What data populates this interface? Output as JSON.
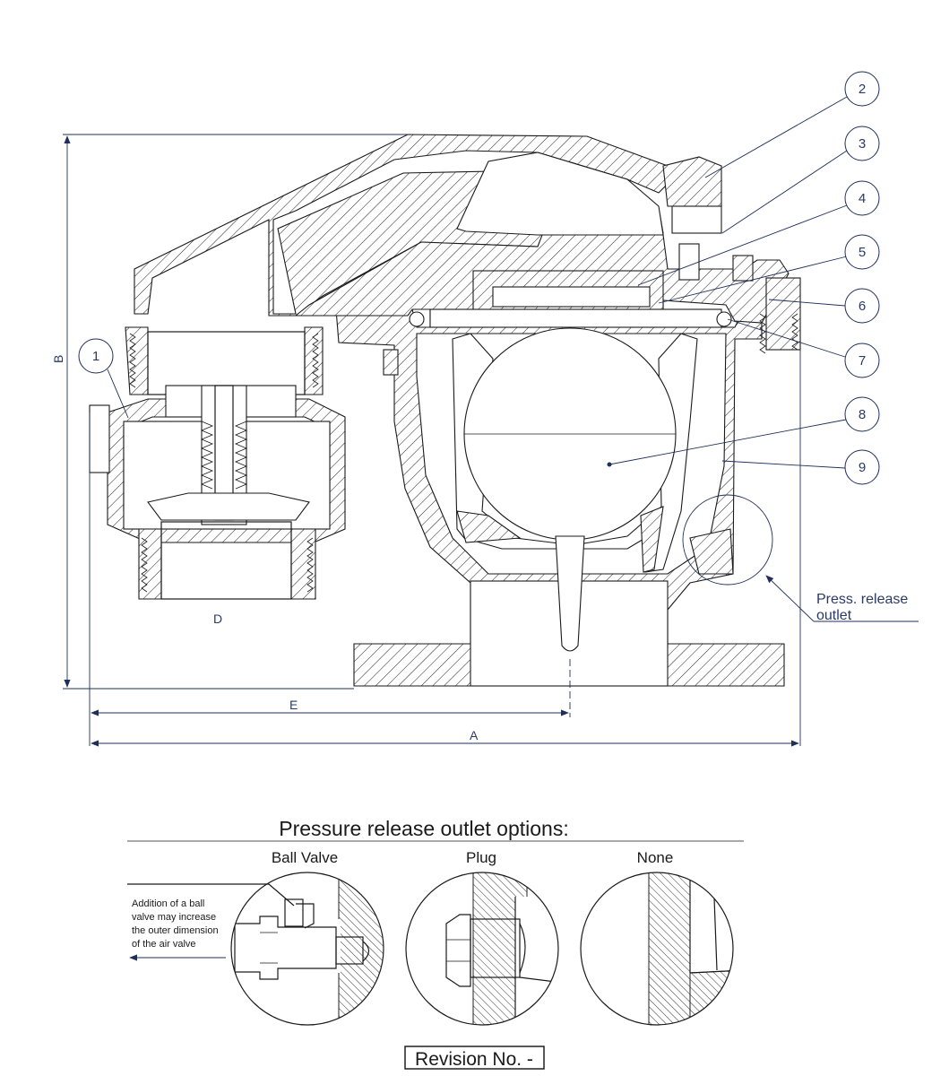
{
  "balloons": [
    "1",
    "2",
    "3",
    "4",
    "5",
    "6",
    "7",
    "8",
    "9"
  ],
  "dimensions": {
    "A": "A",
    "B": "B",
    "D": "D",
    "E": "E"
  },
  "callout": {
    "line1": "Press. release",
    "line2": "outlet"
  },
  "options_title": "Pressure release outlet options:",
  "options": [
    {
      "label": "Ball Valve"
    },
    {
      "label": "Plug"
    },
    {
      "label": "None"
    }
  ],
  "ball_valve_note": [
    "Addition of a ball",
    "valve may increase",
    "the outer dimension",
    "of the air valve"
  ],
  "revision": "Revision No. -"
}
